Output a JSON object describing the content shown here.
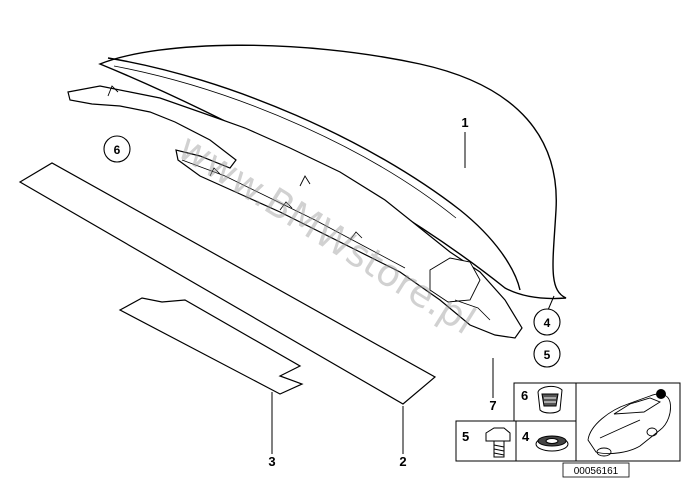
{
  "callouts": {
    "c1": "1",
    "c2": "2",
    "c3": "3",
    "c4": "4",
    "c5": "5",
    "c6": "6",
    "c7": "7"
  },
  "inset": {
    "label_6": "6",
    "label_5": "5",
    "label_4": "4"
  },
  "watermark": "www.BMWstore.pl",
  "diagram_number": "00056161"
}
